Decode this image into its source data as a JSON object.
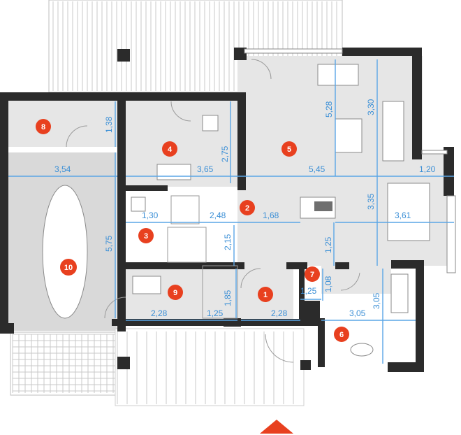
{
  "colors": {
    "wall": "#2b2b2b",
    "floor": "#e6e6e6",
    "dimension": "#3b8fd6",
    "badge": "#e8401f",
    "terrace": "#ffffff"
  },
  "rooms": [
    {
      "number": "1"
    },
    {
      "number": "2"
    },
    {
      "number": "3"
    },
    {
      "number": "4"
    },
    {
      "number": "5"
    },
    {
      "number": "6"
    },
    {
      "number": "7"
    },
    {
      "number": "8"
    },
    {
      "number": "9"
    },
    {
      "number": "10"
    }
  ],
  "dimensions": [
    "1,38",
    "3,54",
    "5,75",
    "3,65",
    "2,75",
    "5,45",
    "1,20",
    "5,28",
    "3,30",
    "1,30",
    "2,48",
    "1,68",
    "3,35",
    "3,61",
    "2,15",
    "1,25",
    "1,85",
    "2,28",
    "1,25",
    "2,28",
    "1,25",
    "1,08",
    "3,05",
    "3,05"
  ],
  "entrance_marker": "entrance-arrow-icon"
}
